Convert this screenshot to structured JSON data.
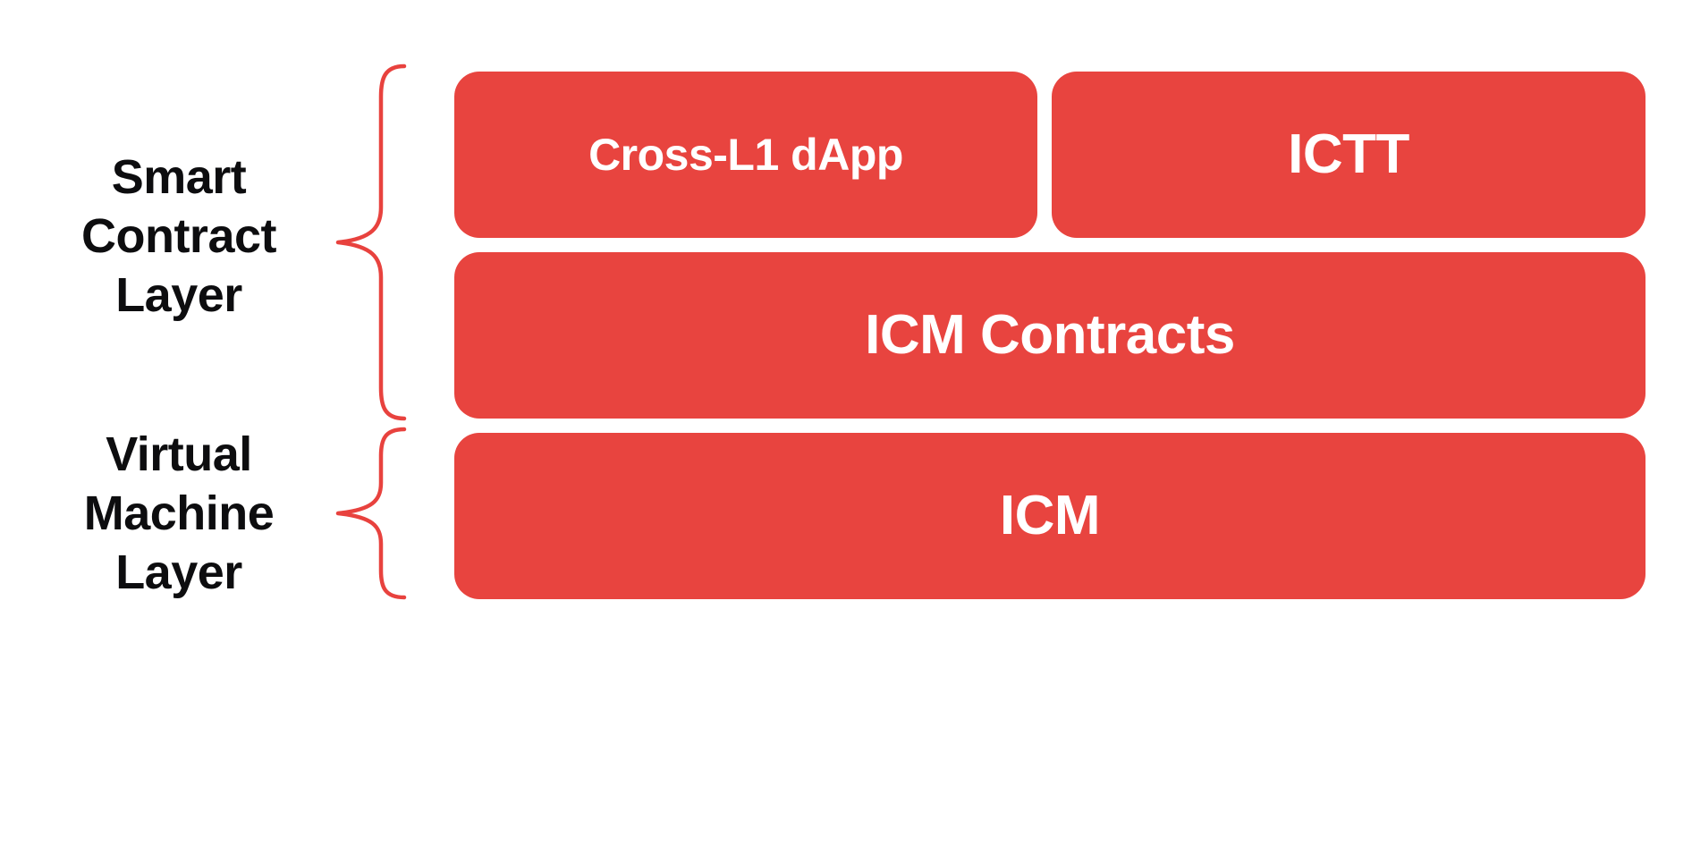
{
  "diagram": {
    "background_color": "#ffffff",
    "accent_color": "#e8443f",
    "brace_color": "#e8423e",
    "card_text_color": "#ffffff",
    "label_text_color": "#0d0d0f"
  },
  "groups": [
    {
      "id": "smart-contract-layer",
      "label": "Smart\nContract\nLayer",
      "brace_icon": "curly-brace-icon"
    },
    {
      "id": "virtual-machine-layer",
      "label": "Virtual\nMachine\nLayer",
      "brace_icon": "curly-brace-icon"
    }
  ],
  "cards": [
    {
      "id": "cross-l1-dapp",
      "label": "Cross-L1 dApp",
      "group": "smart-contract-layer"
    },
    {
      "id": "ictt",
      "label": "ICTT",
      "group": "smart-contract-layer"
    },
    {
      "id": "icm-contracts",
      "label": "ICM Contracts",
      "group": "smart-contract-layer"
    },
    {
      "id": "icm",
      "label": "ICM",
      "group": "virtual-machine-layer"
    }
  ]
}
